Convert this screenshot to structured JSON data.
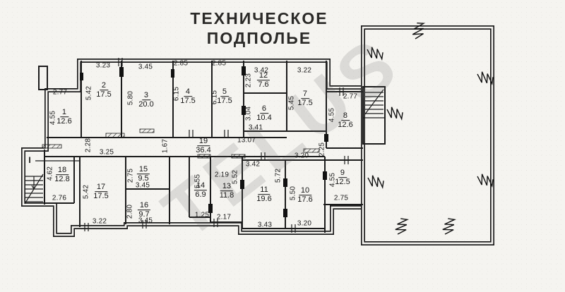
{
  "title": {
    "line1": "ТЕХНИЧЕСКОЕ",
    "line2": "ПОДПОЛЬЕ"
  },
  "watermark": "TELUS",
  "entrance_mark": "I",
  "rooms": [
    {
      "number": "1",
      "area": "12.6"
    },
    {
      "number": "2",
      "area": "17.5"
    },
    {
      "number": "3",
      "area": "20.0"
    },
    {
      "number": "4",
      "area": "17.5"
    },
    {
      "number": "5",
      "area": "17.5"
    },
    {
      "number": "6",
      "area": "10.4"
    },
    {
      "number": "7",
      "area": "17.5"
    },
    {
      "number": "8",
      "area": "12.6"
    },
    {
      "number": "9",
      "area": "12.5"
    },
    {
      "number": "10",
      "area": "17.6"
    },
    {
      "number": "11",
      "area": "19.6"
    },
    {
      "number": "12",
      "area": "7.6"
    },
    {
      "number": "13",
      "area": "11.8"
    },
    {
      "number": "14",
      "area": "6.9"
    },
    {
      "number": "15",
      "area": "9.5"
    },
    {
      "number": "16",
      "area": "9.7"
    },
    {
      "number": "17",
      "area": "17.5"
    },
    {
      "number": "18",
      "area": "12.8"
    },
    {
      "number": "19",
      "area": "36.4"
    }
  ],
  "dims": [
    "2.77",
    "4.55",
    "3.23",
    "5.42",
    "3.45",
    "5.80",
    "2.85",
    "6.15",
    "2.85",
    "6.15",
    "3.42",
    "2.23",
    "3.04",
    "3.41",
    "3.22",
    "5.45",
    "2.77",
    "4.55",
    "1.67",
    "13.07",
    "2.28",
    "3.25",
    "4.62",
    "2.76",
    "5.42",
    "3.22",
    "2.75",
    "3.45",
    "2.80",
    "3.45",
    "5.55",
    "1.25",
    "2.19",
    "5.52",
    "2.17",
    "3.42",
    "5.72",
    "3.43",
    "3.20",
    "5.50",
    "3.20",
    "2.25",
    "4.55",
    "2.75"
  ]
}
